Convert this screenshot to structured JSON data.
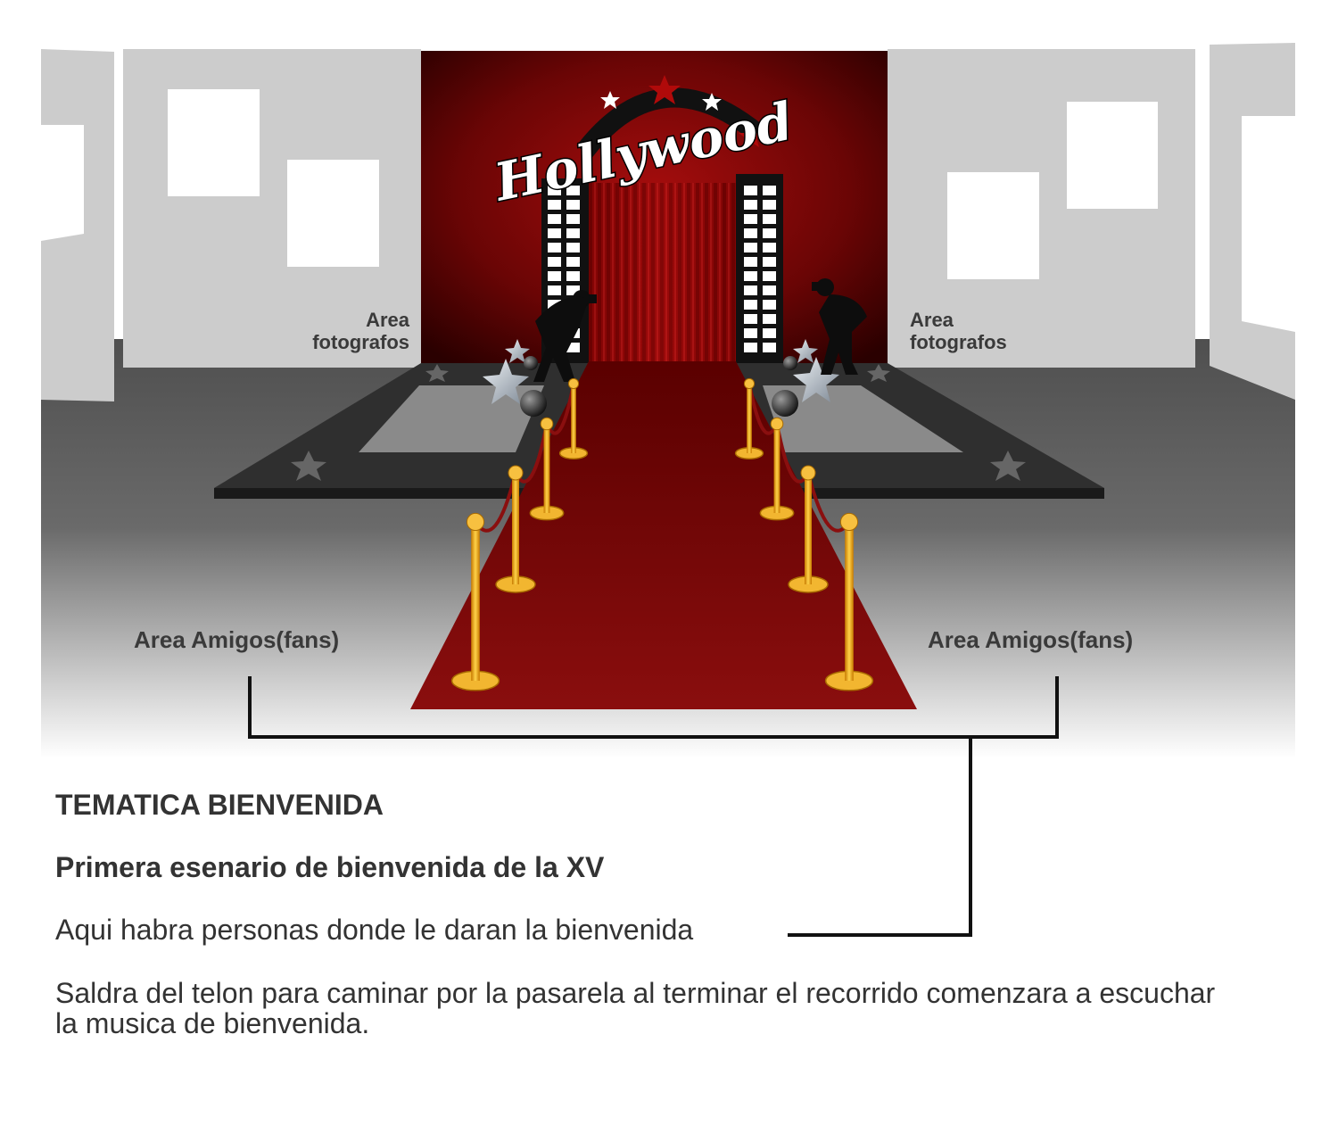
{
  "logo_text": "Hollywood",
  "labels": {
    "photographers_left": [
      "Area",
      "fotografos"
    ],
    "photographers_right": [
      "Area",
      "fotografos"
    ],
    "fans_left": "Area Amigos(fans)",
    "fans_right": "Area Amigos(fans)"
  },
  "text": {
    "title": "TEMATICA BIENVENIDA",
    "subtitle": "Primera esenario de bienvenida de la XV",
    "paragraph1": "Aqui habra personas donde le daran la bienvenida",
    "paragraph2": "Saldra del telon para caminar por la pasarela al terminar el recorrido comenzara a escuchar la musica de bienvenida."
  },
  "colors": {
    "wall": "#cccccc",
    "floor": "#5a5a5a",
    "carpet": "#7a0a0a",
    "backdrop": "#8b0000",
    "stanchion": "#f0a020",
    "platform": "#2b2b2b"
  }
}
